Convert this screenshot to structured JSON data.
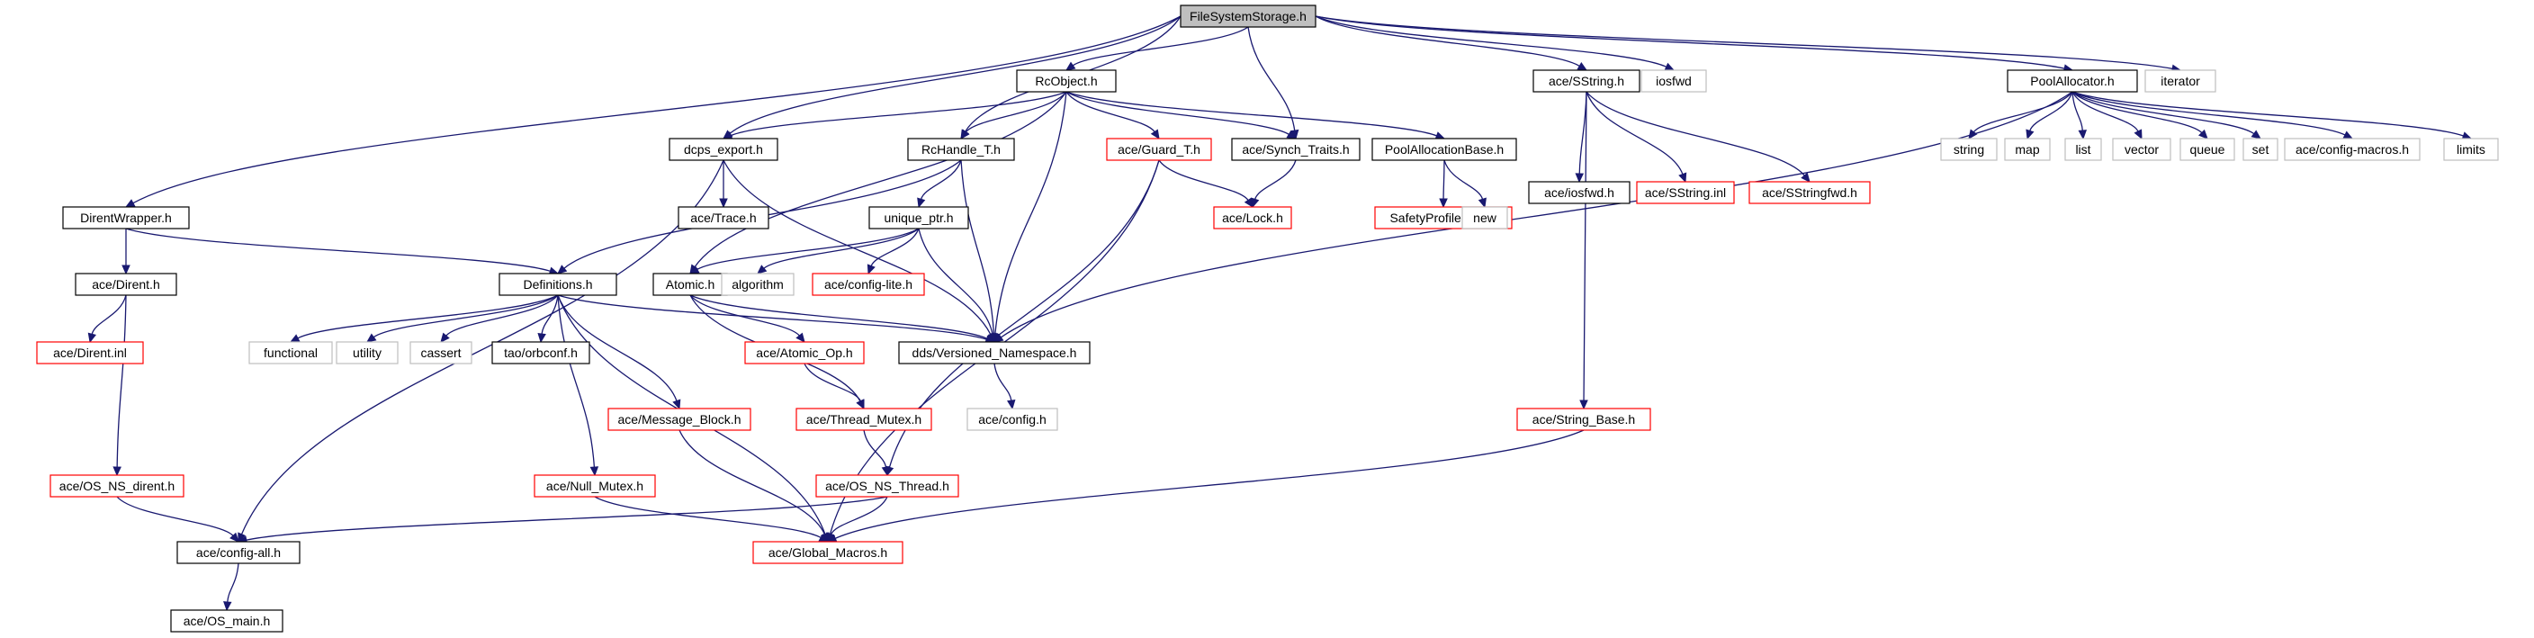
{
  "diagram": {
    "type": "include-dependency-graph",
    "colors": {
      "edge": "#191970",
      "root_fill": "#bfbfbf",
      "node_border": "#000000",
      "missing_border": "#ff0000",
      "external_border": "#bfbfbf",
      "external_text": "#000000"
    },
    "nodes": [
      {
        "id": "fss",
        "label": "FileSystemStorage.h",
        "kind": "root"
      },
      {
        "id": "rcobject",
        "label": "RcObject.h",
        "kind": "normal"
      },
      {
        "id": "sstring",
        "label": "ace/SString.h",
        "kind": "normal"
      },
      {
        "id": "iosfwd",
        "label": "iosfwd",
        "kind": "external"
      },
      {
        "id": "poolalloc",
        "label": "PoolAllocator.h",
        "kind": "normal"
      },
      {
        "id": "iterator",
        "label": "iterator",
        "kind": "external"
      },
      {
        "id": "dcps",
        "label": "dcps_export.h",
        "kind": "normal"
      },
      {
        "id": "rchandle",
        "label": "RcHandle_T.h",
        "kind": "normal"
      },
      {
        "id": "guard",
        "label": "ace/Guard_T.h",
        "kind": "missing"
      },
      {
        "id": "synch",
        "label": "ace/Synch_Traits.h",
        "kind": "normal"
      },
      {
        "id": "poolbase",
        "label": "PoolAllocationBase.h",
        "kind": "normal"
      },
      {
        "id": "aceiosfwd",
        "label": "ace/iosfwd.h",
        "kind": "normal"
      },
      {
        "id": "sstringinl",
        "label": "ace/SString.inl",
        "kind": "missing"
      },
      {
        "id": "sstringfwd",
        "label": "ace/SStringfwd.h",
        "kind": "missing"
      },
      {
        "id": "string",
        "label": "string",
        "kind": "external"
      },
      {
        "id": "map",
        "label": "map",
        "kind": "external"
      },
      {
        "id": "list",
        "label": "list",
        "kind": "external"
      },
      {
        "id": "vector",
        "label": "vector",
        "kind": "external"
      },
      {
        "id": "queue",
        "label": "queue",
        "kind": "external"
      },
      {
        "id": "set",
        "label": "set",
        "kind": "external"
      },
      {
        "id": "cfgmacros",
        "label": "ace/config-macros.h",
        "kind": "external"
      },
      {
        "id": "limits",
        "label": "limits",
        "kind": "external"
      },
      {
        "id": "direntw",
        "label": "DirentWrapper.h",
        "kind": "normal"
      },
      {
        "id": "trace",
        "label": "ace/Trace.h",
        "kind": "normal"
      },
      {
        "id": "lock",
        "label": "ace/Lock.h",
        "kind": "missing"
      },
      {
        "id": "spp",
        "label": "SafetyProfilePool.h",
        "kind": "missing"
      },
      {
        "id": "new",
        "label": "new",
        "kind": "external"
      },
      {
        "id": "uniqueptr",
        "label": "unique_ptr.h",
        "kind": "normal"
      },
      {
        "id": "acedirent",
        "label": "ace/Dirent.h",
        "kind": "normal"
      },
      {
        "id": "defs",
        "label": "Definitions.h",
        "kind": "normal"
      },
      {
        "id": "atomic",
        "label": "Atomic.h",
        "kind": "normal"
      },
      {
        "id": "algorithm",
        "label": "algorithm",
        "kind": "external"
      },
      {
        "id": "cfglite",
        "label": "ace/config-lite.h",
        "kind": "missing"
      },
      {
        "id": "direntinl",
        "label": "ace/Dirent.inl",
        "kind": "missing"
      },
      {
        "id": "functional",
        "label": "functional",
        "kind": "external"
      },
      {
        "id": "utility",
        "label": "utility",
        "kind": "external"
      },
      {
        "id": "cassert",
        "label": "cassert",
        "kind": "external"
      },
      {
        "id": "orbconf",
        "label": "tao/orbconf.h",
        "kind": "normal"
      },
      {
        "id": "atomicop",
        "label": "ace/Atomic_Op.h",
        "kind": "missing"
      },
      {
        "id": "versioned",
        "label": "dds/Versioned_Namespace.h",
        "kind": "normal"
      },
      {
        "id": "config",
        "label": "ace/config.h",
        "kind": "external"
      },
      {
        "id": "msgblock",
        "label": "ace/Message_Block.h",
        "kind": "missing"
      },
      {
        "id": "threadmutex",
        "label": "ace/Thread_Mutex.h",
        "kind": "missing"
      },
      {
        "id": "stringbase",
        "label": "ace/String_Base.h",
        "kind": "missing"
      },
      {
        "id": "osdirent",
        "label": "ace/OS_NS_dirent.h",
        "kind": "missing"
      },
      {
        "id": "nullmutex",
        "label": "ace/Null_Mutex.h",
        "kind": "missing"
      },
      {
        "id": "osthread",
        "label": "ace/OS_NS_Thread.h",
        "kind": "missing"
      },
      {
        "id": "cfgall",
        "label": "ace/config-all.h",
        "kind": "normal"
      },
      {
        "id": "globalmacros",
        "label": "ace/Global_Macros.h",
        "kind": "missing"
      },
      {
        "id": "osmain",
        "label": "ace/OS_main.h",
        "kind": "normal"
      }
    ],
    "edges": [
      [
        "fss",
        "rcobject"
      ],
      [
        "fss",
        "sstring"
      ],
      [
        "fss",
        "iosfwd"
      ],
      [
        "fss",
        "poolalloc"
      ],
      [
        "fss",
        "iterator"
      ],
      [
        "fss",
        "dcps"
      ],
      [
        "fss",
        "rchandle"
      ],
      [
        "fss",
        "synch"
      ],
      [
        "fss",
        "direntw"
      ],
      [
        "rcobject",
        "dcps"
      ],
      [
        "rcobject",
        "rchandle"
      ],
      [
        "rcobject",
        "guard"
      ],
      [
        "rcobject",
        "synch"
      ],
      [
        "rcobject",
        "poolbase"
      ],
      [
        "rcobject",
        "atomic"
      ],
      [
        "rcobject",
        "versioned"
      ],
      [
        "sstring",
        "aceiosfwd"
      ],
      [
        "sstring",
        "sstringinl"
      ],
      [
        "sstring",
        "sstringfwd"
      ],
      [
        "sstring",
        "stringbase"
      ],
      [
        "poolalloc",
        "string"
      ],
      [
        "poolalloc",
        "map"
      ],
      [
        "poolalloc",
        "list"
      ],
      [
        "poolalloc",
        "vector"
      ],
      [
        "poolalloc",
        "queue"
      ],
      [
        "poolalloc",
        "set"
      ],
      [
        "poolalloc",
        "cfgmacros"
      ],
      [
        "poolalloc",
        "limits"
      ],
      [
        "poolalloc",
        "versioned"
      ],
      [
        "dcps",
        "trace"
      ],
      [
        "dcps",
        "versioned"
      ],
      [
        "dcps",
        "cfgall"
      ],
      [
        "rchandle",
        "uniqueptr"
      ],
      [
        "rchandle",
        "defs"
      ],
      [
        "rchandle",
        "versioned"
      ],
      [
        "guard",
        "lock"
      ],
      [
        "guard",
        "osthread"
      ],
      [
        "guard",
        "globalmacros"
      ],
      [
        "synch",
        "lock"
      ],
      [
        "poolbase",
        "spp"
      ],
      [
        "poolbase",
        "new"
      ],
      [
        "direntw",
        "acedirent"
      ],
      [
        "direntw",
        "defs"
      ],
      [
        "uniqueptr",
        "atomic"
      ],
      [
        "uniqueptr",
        "algorithm"
      ],
      [
        "uniqueptr",
        "cfglite"
      ],
      [
        "uniqueptr",
        "versioned"
      ],
      [
        "acedirent",
        "direntinl"
      ],
      [
        "acedirent",
        "osdirent"
      ],
      [
        "defs",
        "functional"
      ],
      [
        "defs",
        "utility"
      ],
      [
        "defs",
        "cassert"
      ],
      [
        "defs",
        "orbconf"
      ],
      [
        "defs",
        "versioned"
      ],
      [
        "defs",
        "msgblock"
      ],
      [
        "defs",
        "nullmutex"
      ],
      [
        "defs",
        "globalmacros"
      ],
      [
        "atomic",
        "atomicop"
      ],
      [
        "atomic",
        "threadmutex"
      ],
      [
        "atomic",
        "versioned"
      ],
      [
        "atomicop",
        "threadmutex"
      ],
      [
        "versioned",
        "config"
      ],
      [
        "msgblock",
        "globalmacros"
      ],
      [
        "threadmutex",
        "osthread"
      ],
      [
        "stringbase",
        "globalmacros"
      ],
      [
        "osdirent",
        "cfgall"
      ],
      [
        "nullmutex",
        "globalmacros"
      ],
      [
        "osthread",
        "cfgall"
      ],
      [
        "osthread",
        "globalmacros"
      ],
      [
        "cfgall",
        "osmain"
      ]
    ]
  }
}
